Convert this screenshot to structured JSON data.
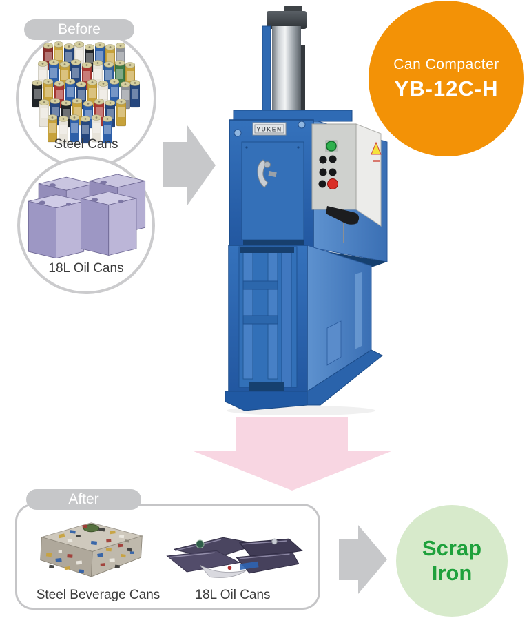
{
  "title_badge": {
    "product": "Can Compacter",
    "model": "YB-12C-H"
  },
  "before": {
    "tab_label": "Before",
    "items": [
      {
        "label": "Steel Cans",
        "image": "stack-of-steel-beverage-cans"
      },
      {
        "label": "18L Oil Cans",
        "image": "four-purple-18l-oil-tins"
      }
    ]
  },
  "machine": {
    "brand_plate": "YUKEN"
  },
  "after": {
    "tab_label": "After",
    "items": [
      {
        "label": "Steel Beverage Cans",
        "image": "compacted-steel-can-bale"
      },
      {
        "label": "18L Oil Cans",
        "image": "flattened-oil-cans"
      }
    ]
  },
  "result_badge": {
    "line1": "Scrap",
    "line2": "Iron"
  },
  "icons": {
    "arrow_right_1": "right-arrow",
    "arrow_down": "down-arrow",
    "arrow_right_2": "right-arrow"
  },
  "colors": {
    "accent_orange": "#F39206",
    "result_green_bg": "#D7EACB",
    "result_green_text": "#1FA13C",
    "arrow_gray": "#C7C8CA",
    "arrow_pink": "#F8D6E2",
    "pill_gray": "#C6C7C9",
    "machine_blue": "#2B66AF"
  }
}
